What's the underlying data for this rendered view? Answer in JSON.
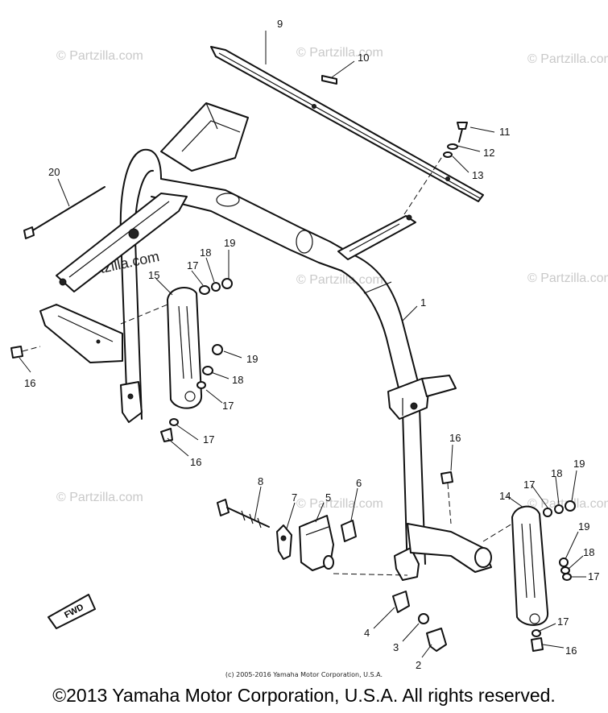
{
  "diagram": {
    "watermark_text": "© Partzilla.com",
    "brand_watermark": "Partzilla.com",
    "fwd_label": "FWD",
    "callouts": {
      "c1": "1",
      "c2": "2",
      "c3": "3",
      "c4": "4",
      "c5": "5",
      "c6": "6",
      "c7": "7",
      "c8": "8",
      "c9": "9",
      "c10": "10",
      "c11": "11",
      "c12": "12",
      "c13": "13",
      "c14": "14",
      "c15": "15",
      "c16": "16",
      "c17": "17",
      "c18": "18",
      "c19": "19",
      "c20": "20"
    }
  },
  "credit_line": "(c) 2005-2016 Yamaha Motor Corporation, U.S.A.",
  "copyright": "©2013 Yamaha Motor Corporation, U.S.A. All rights reserved."
}
